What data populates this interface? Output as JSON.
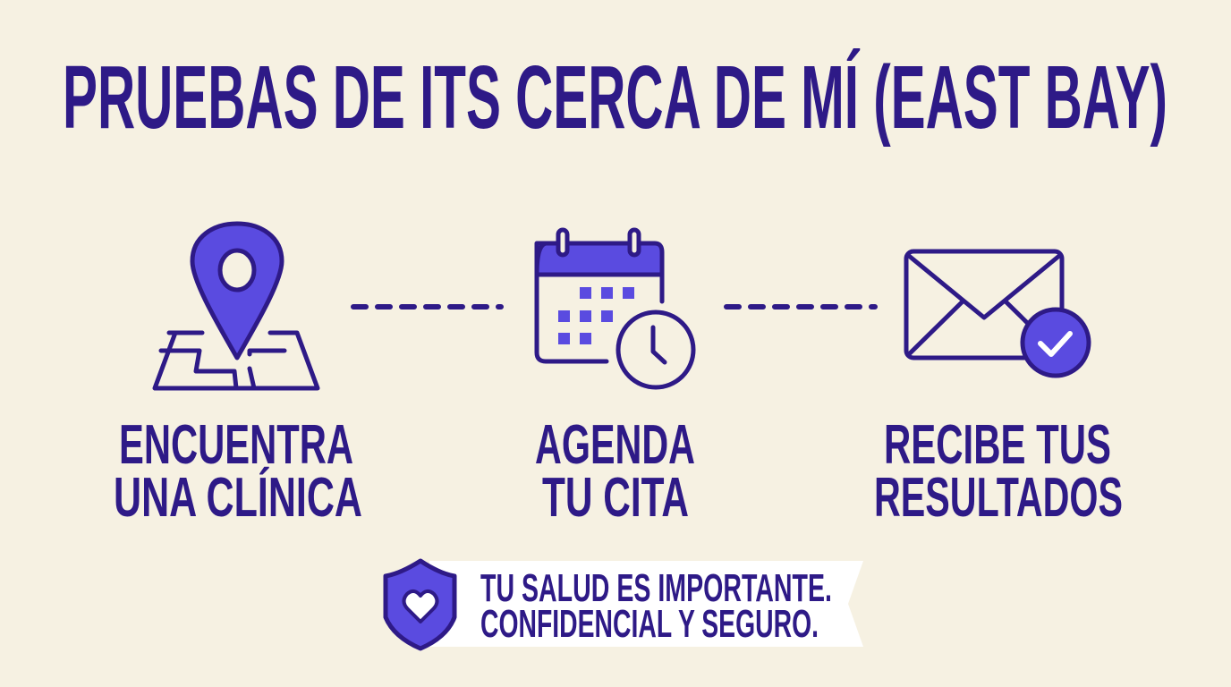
{
  "title": "PRUEBAS DE ITS CERCA DE MÍ (EAST BAY)",
  "steps": [
    {
      "icon": "map-pin-icon",
      "line1": "ENCUENTRA",
      "line2": "UNA CLÍNICA"
    },
    {
      "icon": "calendar-clock-icon",
      "line1": "AGENDA",
      "line2": "TU CITA"
    },
    {
      "icon": "envelope-check-icon",
      "line1": "RECIBE TUS",
      "line2": "RESULTADOS"
    }
  ],
  "banner": {
    "icon": "shield-heart-icon",
    "line1": "TU SALUD ES IMPORTANTE.",
    "line2": "CONFIDENCIAL Y SEGURO."
  },
  "colors": {
    "background": "#f6f1e2",
    "outline": "#2e1a87",
    "accent": "#5a4be0"
  }
}
